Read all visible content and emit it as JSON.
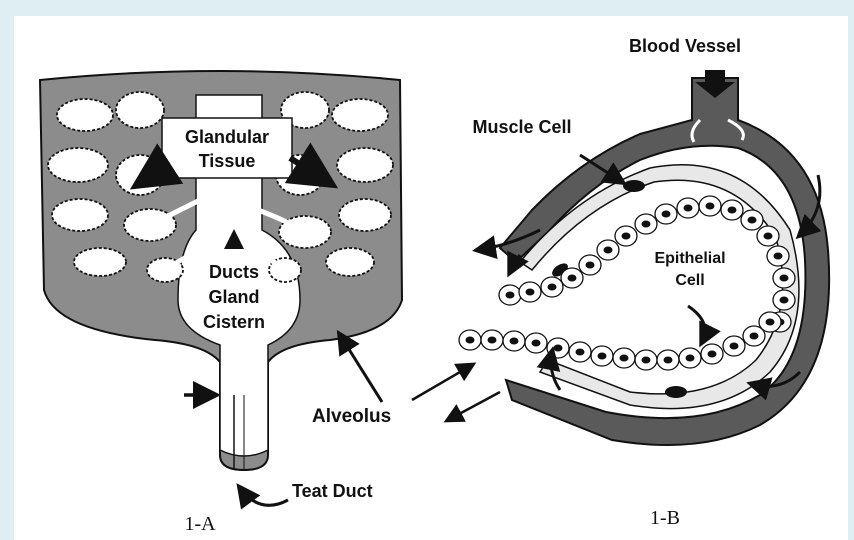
{
  "panel_a": {
    "caption": "1-A",
    "labels": {
      "glandular_line1": "Glandular",
      "glandular_line2": "Tissue",
      "ducts_line1": "Ducts",
      "ducts_line2": "Gland",
      "ducts_line3": "Cistern",
      "teat_duct": "Teat Duct"
    }
  },
  "shared": {
    "alveolus": "Alveolus"
  },
  "panel_b": {
    "caption": "1-B",
    "labels": {
      "blood_vessel": "Blood Vessel",
      "muscle_cell": "Muscle Cell",
      "epithelial_line1": "Epithelial",
      "epithelial_line2": "Cell"
    }
  },
  "colors": {
    "background": "#dfeef3",
    "panel": "#ffffff",
    "tissue_gray": "#8c8c8c",
    "vessel_gray": "#5a5a5a",
    "ink": "#111111"
  }
}
